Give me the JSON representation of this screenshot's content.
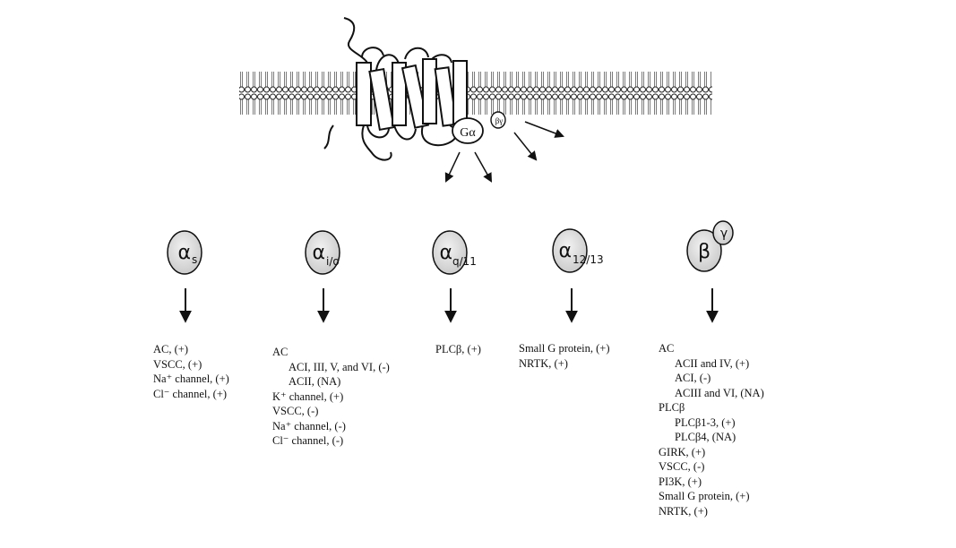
{
  "receptor": {
    "g_alpha_label": "Gα",
    "g_betagamma_label": "βγ"
  },
  "subunits": [
    {
      "symbol": "α",
      "subscript": "s",
      "effects": [
        {
          "text": "AC, (+)",
          "indent": 0
        },
        {
          "text": "VSCC, (+)",
          "indent": 0
        },
        {
          "text": "Na⁺ channel, (+)",
          "indent": 0
        },
        {
          "text": "Cl⁻ channel, (+)",
          "indent": 0
        }
      ]
    },
    {
      "symbol": "α",
      "subscript": "i/o",
      "effects": [
        {
          "text": "AC",
          "indent": 0
        },
        {
          "text": "ACI, III, V, and VI, (-)",
          "indent": 1
        },
        {
          "text": "ACII, (NA)",
          "indent": 1
        },
        {
          "text": "K⁺ channel, (+)",
          "indent": 0
        },
        {
          "text": "VSCC, (-)",
          "indent": 0
        },
        {
          "text": "Na⁺ channel, (-)",
          "indent": 0
        },
        {
          "text": "Cl⁻ channel, (-)",
          "indent": 0
        }
      ]
    },
    {
      "symbol": "α",
      "subscript": "q/11",
      "effects": [
        {
          "text": "PLCβ, (+)",
          "indent": 0
        }
      ]
    },
    {
      "symbol": "α",
      "subscript": "12/13",
      "effects": [
        {
          "text": "Small G protein, (+)",
          "indent": 0
        },
        {
          "text": "NRTK, (+)",
          "indent": 0
        }
      ]
    },
    {
      "symbol": "β",
      "symbol2": "γ",
      "effects": [
        {
          "text": "AC",
          "indent": 0
        },
        {
          "text": "ACII and IV, (+)",
          "indent": 1
        },
        {
          "text": "ACI, (-)",
          "indent": 1
        },
        {
          "text": "ACIII and VI, (NA)",
          "indent": 1
        },
        {
          "text": "PLCβ",
          "indent": 0
        },
        {
          "text": "PLCβ1-3, (+)",
          "indent": 1
        },
        {
          "text": "PLCβ4, (NA)",
          "indent": 1
        },
        {
          "text": "GIRK, (+)",
          "indent": 0
        },
        {
          "text": "VSCC, (-)",
          "indent": 0
        },
        {
          "text": "PI3K, (+)",
          "indent": 0
        },
        {
          "text": "Small G protein, (+)",
          "indent": 0
        },
        {
          "text": "NRTK, (+)",
          "indent": 0
        }
      ]
    }
  ]
}
